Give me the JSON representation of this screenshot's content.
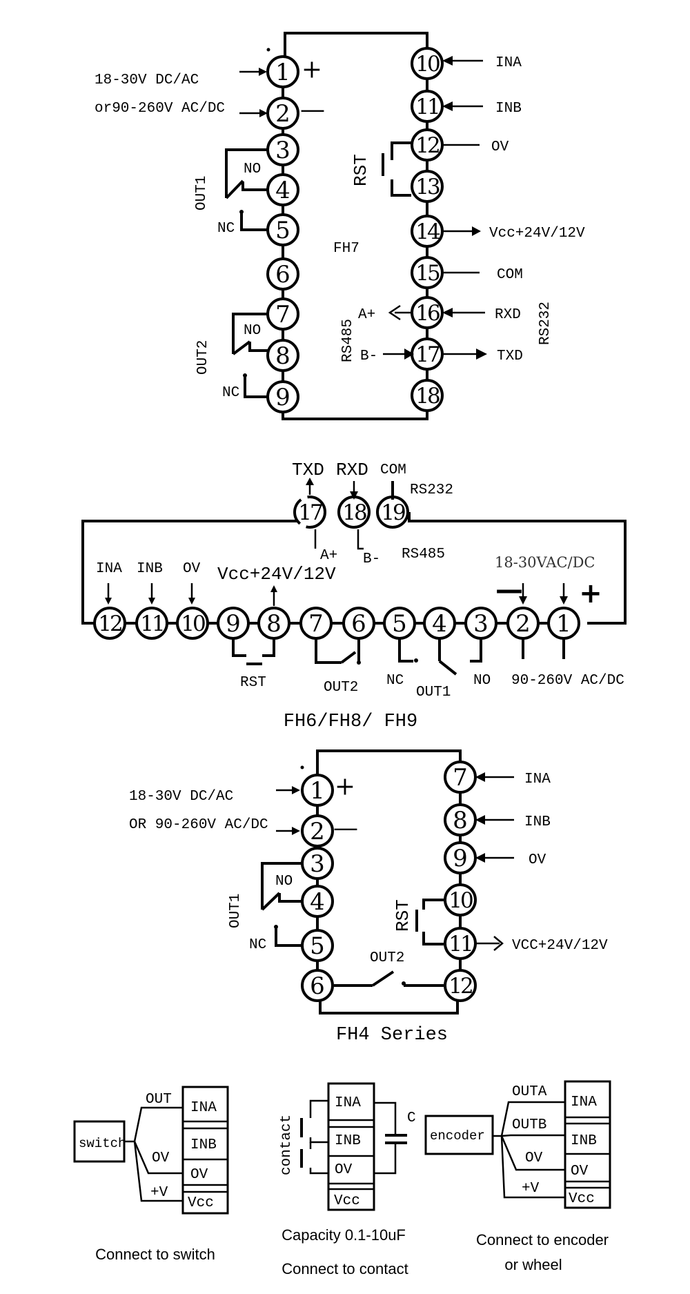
{
  "fh7": {
    "supply_1": "18-30V DC/AC",
    "supply_2": "or90-260V AC/DC",
    "plus": "+",
    "minus": "—",
    "no": "NO",
    "nc": "NC",
    "out1": "OUT1",
    "out2": "OUT2",
    "model": "FH7",
    "rst": "RST",
    "rs485": "RS485",
    "rs232": "RS232",
    "a_plus": "A+",
    "b_minus": "B-",
    "ina": "INA",
    "inb": "INB",
    "ov": "OV",
    "vcc": "Vcc+24V/12V",
    "com": "COM",
    "rxd": "RXD",
    "txd": "TXD",
    "terminals": [
      "1",
      "2",
      "3",
      "4",
      "5",
      "6",
      "7",
      "8",
      "9",
      "10",
      "11",
      "12",
      "13",
      "14",
      "15",
      "16",
      "17",
      "18"
    ]
  },
  "fh6": {
    "txd": "TXD",
    "rxd": "RXD",
    "com": "COM",
    "rs232": "RS232",
    "rs485": "RS485",
    "a_plus": "A+",
    "b_minus": "B-",
    "ina": "INA",
    "inb": "INB",
    "ov": "OV",
    "vcc": "Vcc+24V/12V",
    "supply": "18-30VAC/DC",
    "minus": "—",
    "plus": "+",
    "rst": "RST",
    "out2": "OUT2",
    "nc": "NC",
    "out1": "OUT1",
    "no": "NO",
    "ac_dc": "90-260V AC/DC",
    "title": "FH6/FH8/ FH9",
    "terminals": [
      "12",
      "11",
      "10",
      "9",
      "8",
      "7",
      "6",
      "5",
      "4",
      "3",
      "2",
      "1"
    ],
    "top_terminals": [
      "17",
      "18",
      "19"
    ]
  },
  "fh4": {
    "supply_1": "18-30V DC/AC",
    "supply_2": "OR 90-260V AC/DC",
    "plus": "+",
    "minus": "—",
    "no": "NO",
    "nc": "NC",
    "out1": "OUT1",
    "out2": "OUT2",
    "rst": "RST",
    "ina": "INA",
    "inb": "INB",
    "ov": "OV",
    "vcc": "VCC+24V/12V",
    "title": "FH4 Series",
    "terminals": [
      "1",
      "2",
      "3",
      "4",
      "5",
      "6",
      "7",
      "8",
      "9",
      "10",
      "11",
      "12"
    ]
  },
  "connections": {
    "switch": {
      "device": "switch",
      "out": "OUT",
      "ov": "OV",
      "plus_v": "+V",
      "pins": [
        "INA",
        "INB",
        "OV",
        "Vcc"
      ],
      "caption": "Connect to switch"
    },
    "contact": {
      "device": "contact",
      "c": "C",
      "pins": [
        "INA",
        "INB",
        "OV",
        "Vcc"
      ],
      "capacity": "Capacity 0.1-10uF",
      "caption": "Connect to contact"
    },
    "encoder": {
      "device": "encoder",
      "outa": "OUTA",
      "outb": "OUTB",
      "ov": "OV",
      "plus_v": "+V",
      "pins": [
        "INA",
        "INB",
        "OV",
        "Vcc"
      ],
      "caption_1": "Connect to encoder",
      "caption_2": "or wheel"
    }
  }
}
